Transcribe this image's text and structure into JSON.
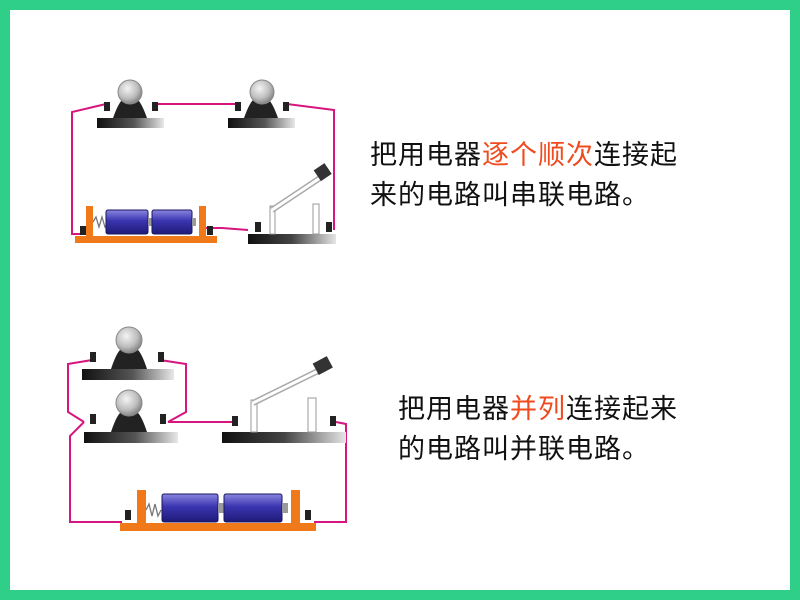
{
  "colors": {
    "frame": "#2fcf8a",
    "wire": "#d6157e",
    "highlight": "#f04a1f",
    "battery": "#3a35b0",
    "base": "#f07a1a"
  },
  "series_text": {
    "line1_pre": "把用电器",
    "line1_highlight": "逐个顺次",
    "line1_post": "连接起",
    "line2": "来的电路叫串联电路。"
  },
  "parallel_text": {
    "line1_pre": "把用电器",
    "line1_highlight": "并列",
    "line1_post": "连接起来",
    "line2": "的电路叫并联电路。"
  }
}
